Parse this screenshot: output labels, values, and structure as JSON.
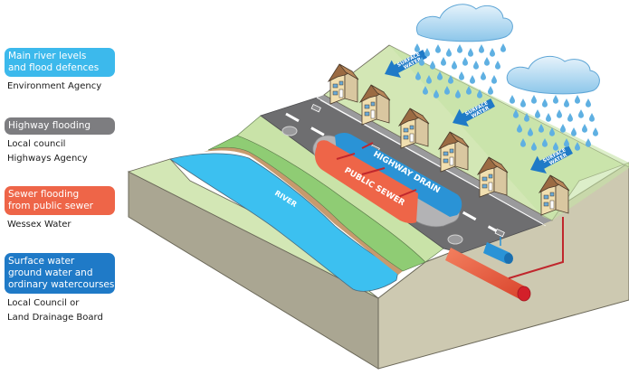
{
  "legend": [
    {
      "badge_lines": [
        "Main river levels",
        "and flood defences"
      ],
      "badge_color": "#3cb9ec",
      "agency_lines": [
        "Environment Agency"
      ]
    },
    {
      "badge_lines": [
        "Highway flooding"
      ],
      "badge_color": "#7d7d80",
      "agency_lines": [
        "Local council",
        "Highways Agency"
      ]
    },
    {
      "badge_lines": [
        "Sewer flooding",
        "from public sewer"
      ],
      "badge_color": "#ee6548",
      "agency_lines": [
        "Wessex Water"
      ]
    },
    {
      "badge_lines": [
        "Surface water",
        "ground water and",
        "ordinary watercourses"
      ],
      "badge_color": "#1f7ac7",
      "agency_lines": [
        "Local Council or",
        "Land Drainage Board"
      ]
    }
  ],
  "diagram": {
    "labels": {
      "river": "RIVER",
      "public_sewer": "PUBLIC SEWER",
      "highway_drain": "HIGHWAY DRAIN",
      "surface_water_line1": "SURFACE",
      "surface_water_line2": "WATER"
    },
    "colors": {
      "river": "#3cc0f0",
      "road": "#6e6e70",
      "grass_light": "#d3e7b5",
      "grass_mid": "#8fcc74",
      "bank": "#c79a6d",
      "soil_side": "#cdc9b1",
      "soil_front": "#aaa692",
      "sewer": "#ee6548",
      "drain": "#2a93d6",
      "arrow": "#1f7ac7",
      "cloud": "#b9dcf2",
      "rain": "#5fb0e2",
      "house_wall": "#f1dfb0",
      "house_roof": "#9b6b43"
    }
  }
}
